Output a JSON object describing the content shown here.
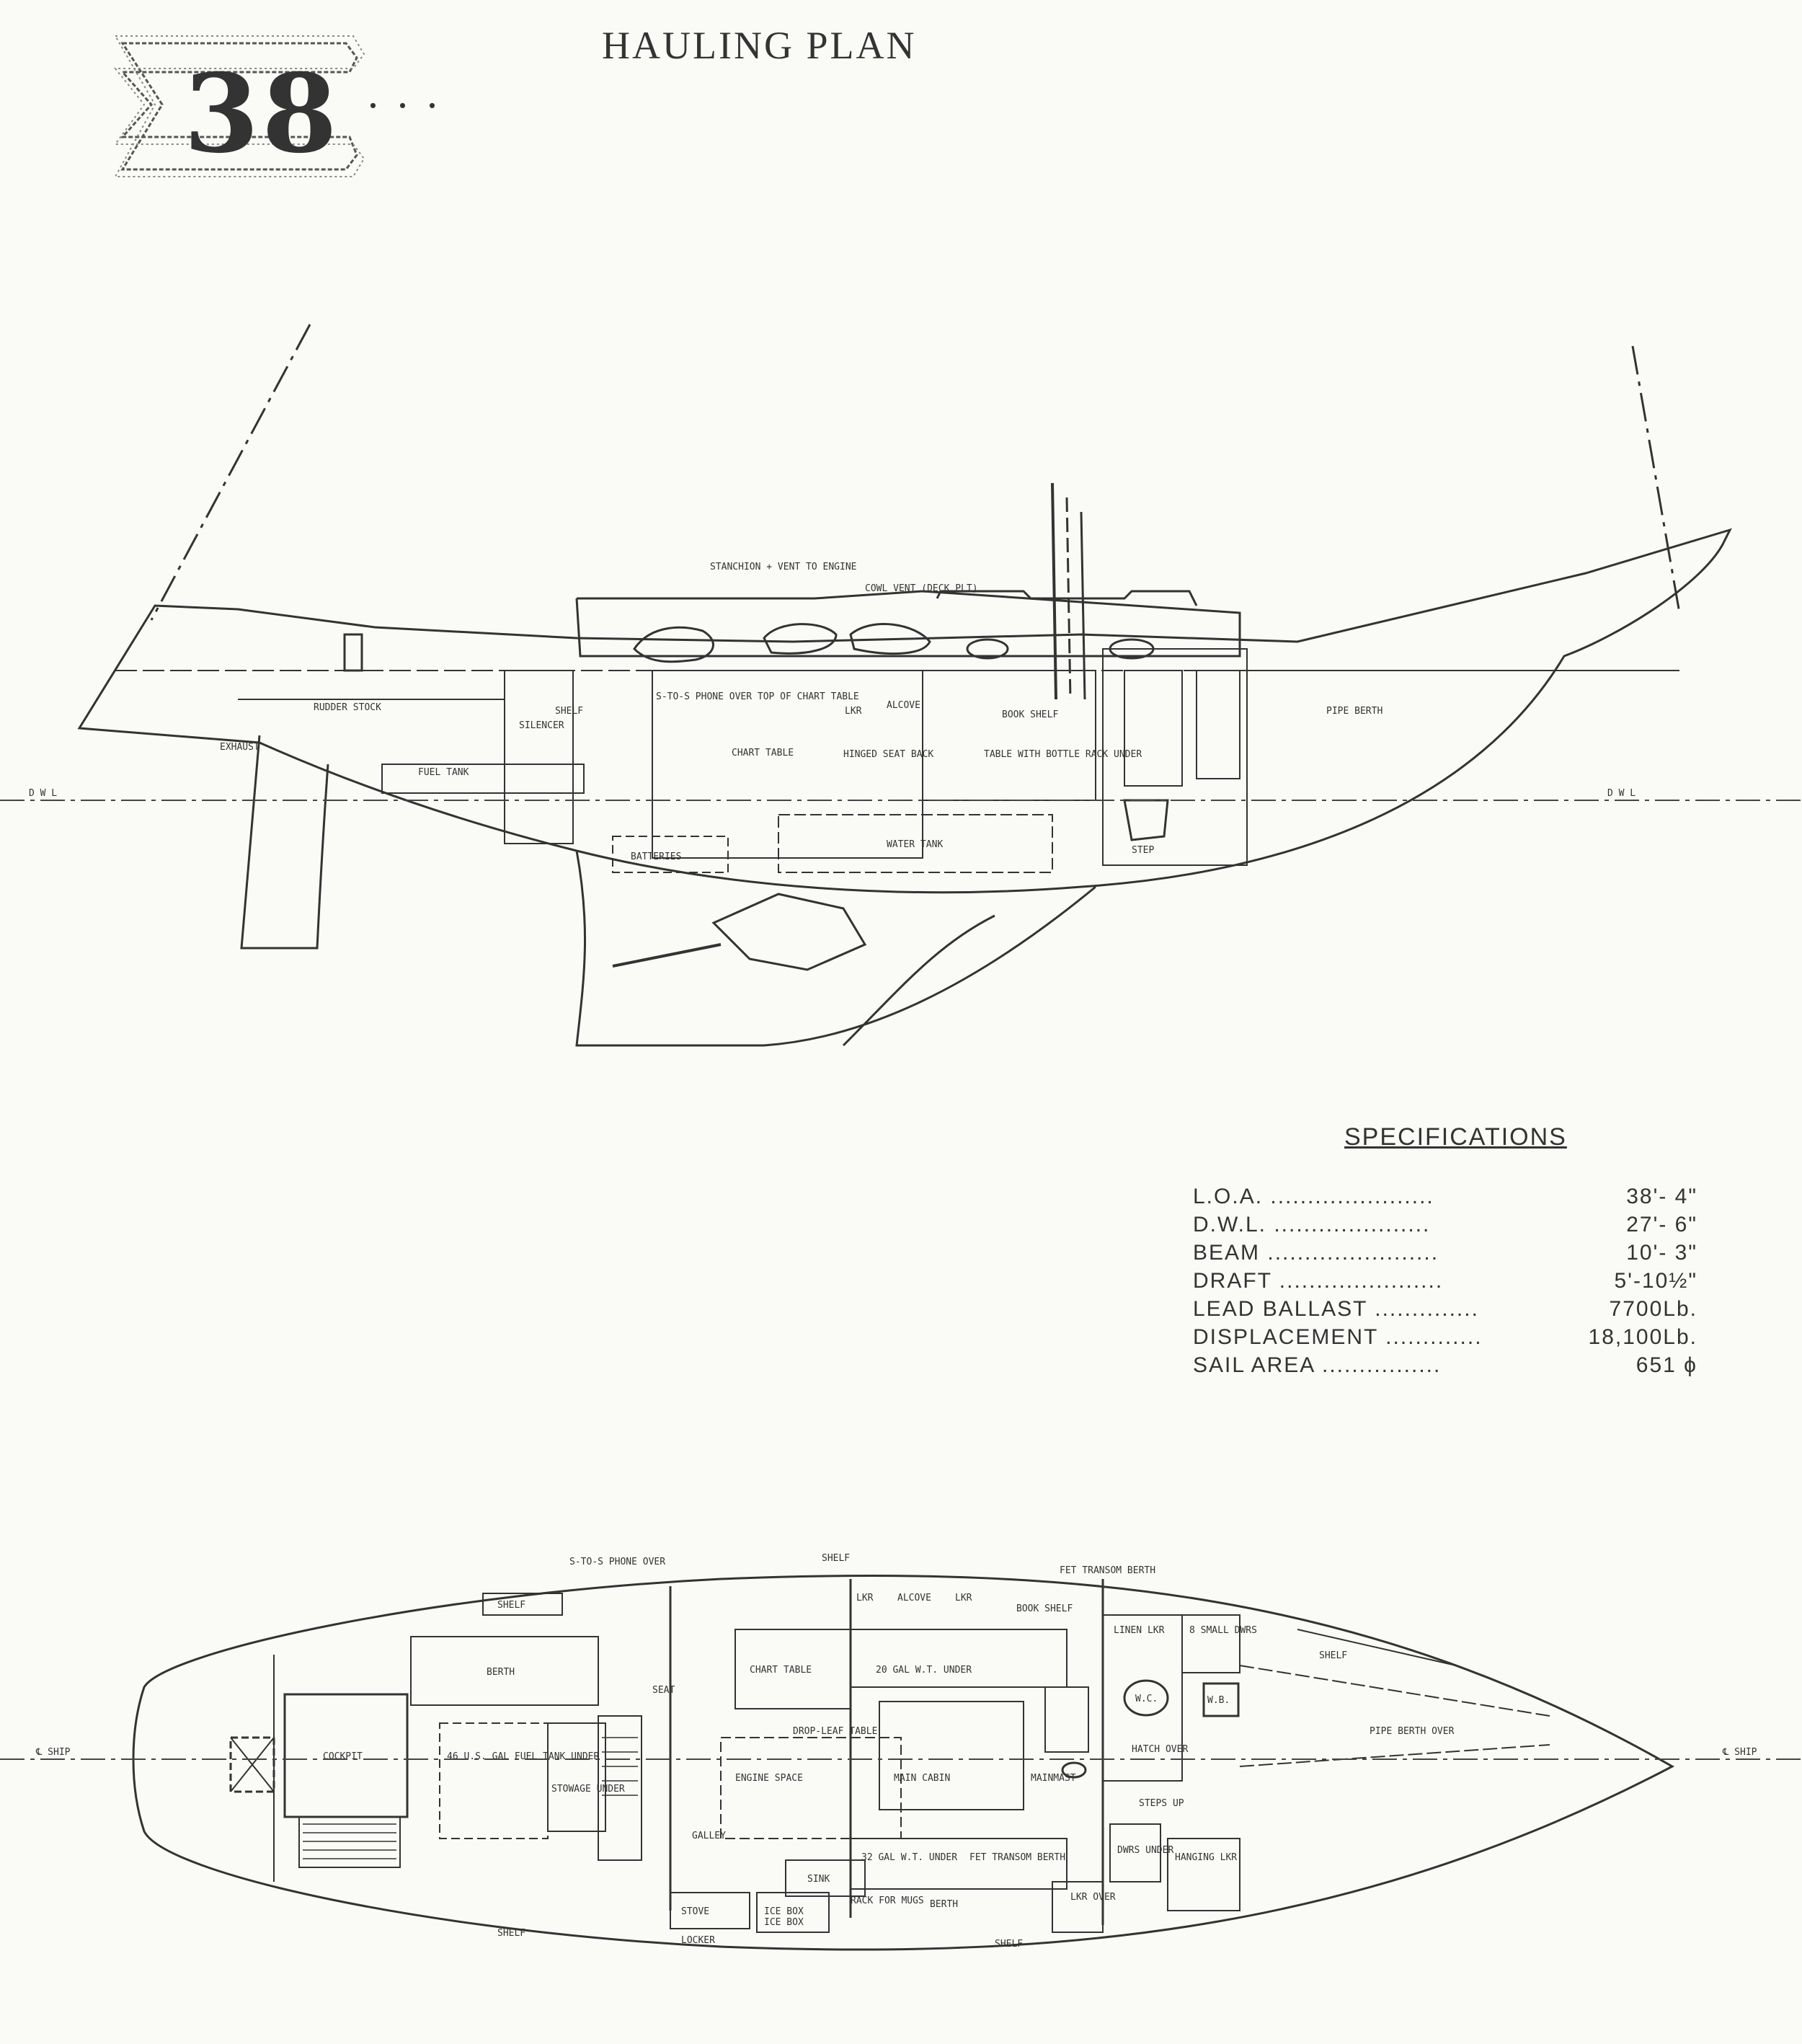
{
  "badge": {
    "number": "38",
    "dots": "..."
  },
  "title": "HAULING PLAN",
  "profile_labels": {
    "stanchion_vent": "STANCHION + VENT TO ENGINE",
    "cowl_vent": "COWL VENT (DECK PLT)",
    "rudder_stock": "RUDDER STOCK",
    "exhaust": "EXHAUST",
    "silencer": "SILENCER",
    "shelf": "SHELF",
    "stos_phone": "S-TO-S PHONE OVER TOP OF CHART TABLE",
    "chart_table": "CHART TABLE",
    "alcove": "ALCOVE",
    "lkr": "LKR",
    "book_shelf": "BOOK SHELF",
    "hinged_seat": "HINGED SEAT BACK",
    "table_bottle": "TABLE WITH BOTTLE RACK UNDER",
    "fuel_tank": "FUEL TANK",
    "batteries": "BATTERIES",
    "water_tank": "WATER TANK",
    "step": "STEP",
    "pipe_berth": "PIPE BERTH",
    "dwl_left": "D W L",
    "dwl_right": "D W L"
  },
  "specs": {
    "title": "SPECIFICATIONS",
    "rows": [
      {
        "label": "L.O.A. ......................",
        "value": "38'- 4\""
      },
      {
        "label": "D.W.L. .....................",
        "value": "27'- 6\""
      },
      {
        "label": "BEAM .......................",
        "value": "10'- 3\""
      },
      {
        "label": "DRAFT ......................",
        "value": "5'-10½\""
      },
      {
        "label": "LEAD BALLAST ..............",
        "value": "7700Lb."
      },
      {
        "label": "DISPLACEMENT .............",
        "value": "18,100Lb."
      },
      {
        "label": "SAIL AREA ................",
        "value": "651 ϕ"
      }
    ]
  },
  "plan_labels": {
    "stos_phone": "S-TO-S PHONE OVER",
    "shelf_top": "SHELF",
    "fet_transom_top": "FET TRANSOM BERTH",
    "shelf_port": "SHELF",
    "berth_port": "BERTH",
    "cockpit": "COCKPIT",
    "fuel_tank": "46 U.S. GAL FUEL TANK UNDER",
    "stowage": "STOWAGE UNDER",
    "seat": "SEAT",
    "chart_table": "CHART TABLE",
    "lkr1": "LKR",
    "alcove": "ALCOVE",
    "lkr2": "LKR",
    "book_shelf": "BOOK SHELF",
    "linen_lkr": "LINEN LKR",
    "small_dwrs": "8 SMALL DWRS",
    "shelf_fwd": "SHELF",
    "water_under": "20 GAL W.T. UNDER",
    "drop_leaf": "DROP-LEAF TABLE",
    "engine_space": "ENGINE SPACE",
    "main_cabin": "MAIN CABIN",
    "mainmast": "MAINMAST",
    "hatch_over": "HATCH OVER",
    "wc": "W.C.",
    "wb": "W.B.",
    "pipe_berth_over": "PIPE BERTH OVER",
    "ship_left": "℄ SHIP",
    "ship_right": "℄ SHIP",
    "galley": "GALLEY",
    "sink": "SINK",
    "water_32": "32 GAL W.T. UNDER",
    "fet_transom_bottom": "FET TRANSOM BERTH",
    "steps_up": "STEPS UP",
    "stove": "STOVE",
    "ice_box": "ICE BOX",
    "rack_mugs": "RACK FOR MUGS",
    "berth_stbd": "BERTH",
    "lkr_over": "LKR OVER",
    "dwrs_under": "DWRS UNDER",
    "hanging_lkr": "HANGING LKR",
    "locker": "LOCKER",
    "shelf_stbd": "SHELF",
    "shelf_aft": "SHELF",
    "icebox_label": "ICE BOX"
  }
}
